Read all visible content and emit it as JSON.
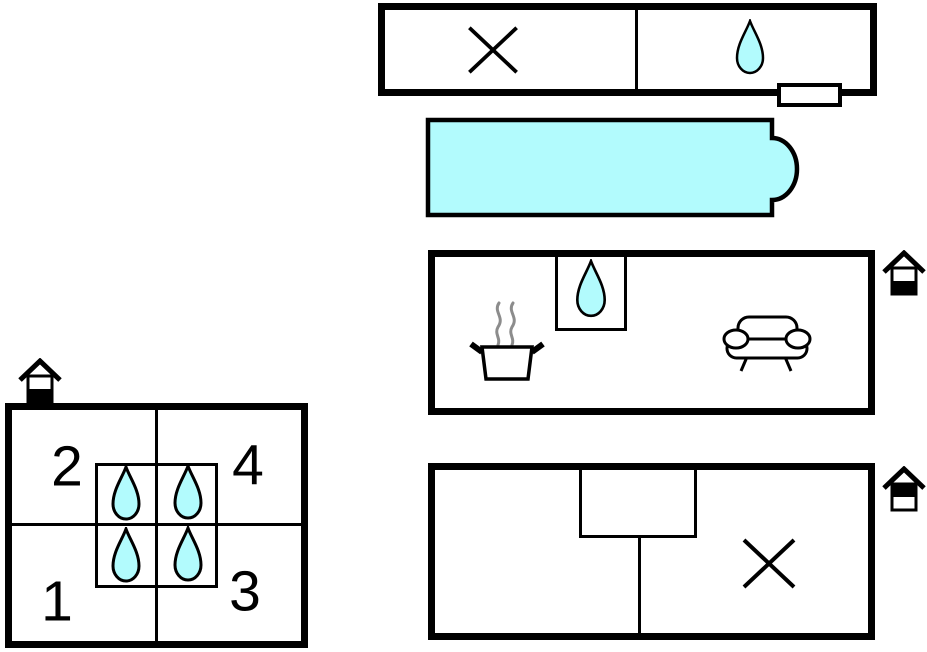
{
  "diagram_type": "vacation-home-floor-plan",
  "colors": {
    "walls": "#000000",
    "water_fill": "#b2fbfd",
    "steam": "#8c8c8c",
    "background": "#ffffff"
  },
  "grid_house": {
    "floor_indicator_icon": "ground-floor-house",
    "rooms": [
      {
        "number": "2"
      },
      {
        "number": "4"
      },
      {
        "number": "1"
      },
      {
        "number": "3"
      }
    ],
    "center_feature": {
      "icon": "water-drop",
      "count": 4
    }
  },
  "top_annex": {
    "left_section_icon": "cross-mark",
    "right_section_icon": "water-drop",
    "entrance_icon": "door-step"
  },
  "pool": {
    "icon": "swimming-pool",
    "fill": "#b2fbfd",
    "shape": "rectangle-with-right-side-entry"
  },
  "ground_floor_wing": {
    "floor_indicator_icon": "ground-floor-house",
    "feature_icons": [
      "water-drop",
      "cooking-pot-with-steam",
      "sofa"
    ]
  },
  "upper_floor_wing": {
    "floor_indicator_icon": "upper-floor-house",
    "feature_icons": [
      "cross-mark"
    ]
  }
}
